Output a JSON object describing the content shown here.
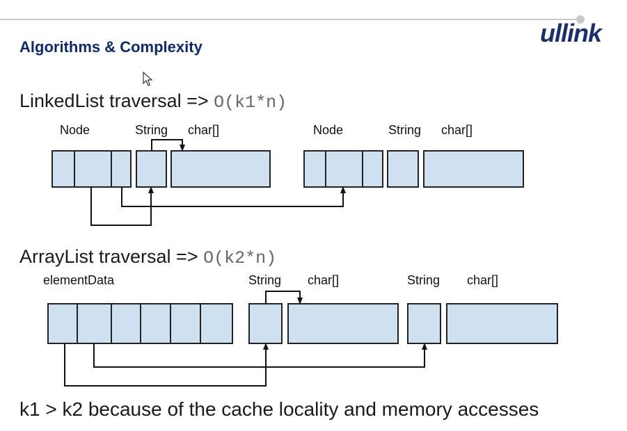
{
  "slide": {
    "title": "Algorithms & Complexity",
    "logo_text": "ullink"
  },
  "linkedlist": {
    "heading": "LinkedList traversal => ",
    "complexity": "O(k1*n)",
    "labels": {
      "node1": "Node",
      "string1": "String",
      "char1": "char[]",
      "node2": "Node",
      "string2": "String",
      "char2": "char[]"
    }
  },
  "arraylist": {
    "heading": "ArrayList traversal => ",
    "complexity": "O(k2*n)",
    "labels": {
      "elementdata": "elementData",
      "string1": "String",
      "char1": "char[]",
      "string2": "String",
      "char2": "char[]"
    }
  },
  "footer": {
    "text": "k1 > k2 because of the cache locality and memory accesses"
  },
  "colors": {
    "box_fill": "#cfe0f1",
    "title": "#0f2a66",
    "logo": "#1a2f6b",
    "code": "#666666"
  }
}
